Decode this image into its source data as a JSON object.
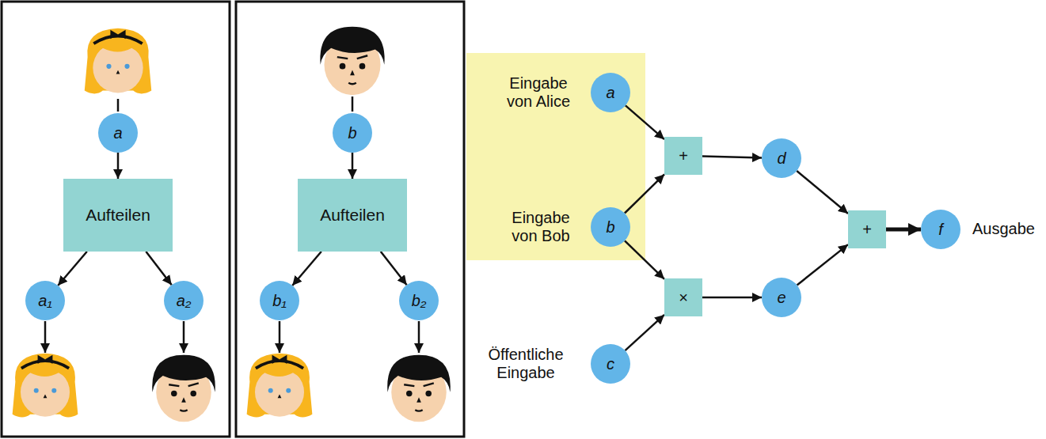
{
  "diagram": {
    "nodes": [
      {
        "text": [
          "a"
        ]
      },
      {
        "text": [
          "Aufteilen"
        ]
      },
      {
        "text": [
          "a₁"
        ]
      },
      {
        "text": [
          "a₂"
        ]
      },
      {
        "text": [
          "b"
        ]
      },
      {
        "text": [
          "Aufteilen"
        ]
      },
      {
        "text": [
          "b₁"
        ]
      },
      {
        "text": [
          "b₂"
        ]
      },
      {
        "text": [
          "a"
        ]
      },
      {
        "text": [
          "+"
        ]
      },
      {
        "text": [
          "b"
        ]
      },
      {
        "text": [
          "×"
        ]
      },
      {
        "text": [
          "c"
        ]
      },
      {
        "text": [
          "d"
        ]
      },
      {
        "text": [
          "e"
        ]
      },
      {
        "text": [
          "+"
        ]
      },
      {
        "text": [
          "f"
        ]
      }
    ],
    "edges": [
      {
        "from": 0,
        "to": 1,
        "arrow": "to"
      },
      {
        "from": 1,
        "to": 2,
        "arrow": "to"
      },
      {
        "from": 1,
        "to": 3,
        "arrow": "to"
      },
      {
        "from": 4,
        "to": 5,
        "arrow": "to"
      },
      {
        "from": 5,
        "to": 6,
        "arrow": "to"
      },
      {
        "from": 5,
        "to": 7,
        "arrow": "to"
      },
      {
        "from": 8,
        "to": 9,
        "arrow": "to"
      },
      {
        "from": 10,
        "to": 9,
        "arrow": "to"
      },
      {
        "from": 10,
        "to": 11,
        "arrow": "to"
      },
      {
        "from": 12,
        "to": 11,
        "arrow": "to"
      },
      {
        "from": 9,
        "to": 13,
        "arrow": "to"
      },
      {
        "from": 11,
        "to": 14,
        "arrow": "to"
      },
      {
        "from": 13,
        "to": 15,
        "arrow": "to"
      },
      {
        "from": 14,
        "to": 15,
        "arrow": "to"
      },
      {
        "from": 15,
        "to": 16,
        "arrow": "to"
      }
    ],
    "labels": [
      "Eingabe von Alice",
      "Eingabe von Bob",
      "Öffentliche Eingabe",
      "Ausgabe"
    ]
  }
}
